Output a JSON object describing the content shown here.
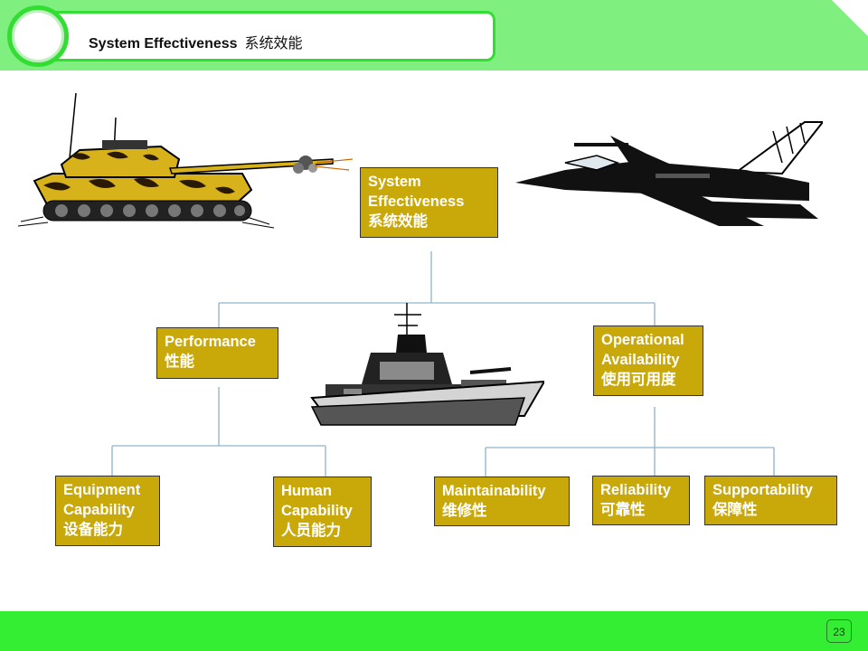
{
  "title": {
    "en": "System Effectiveness",
    "zh": "系统效能"
  },
  "nodes": {
    "root": {
      "l1": "System",
      "l2": "Effectiveness",
      "l3": "系统效能"
    },
    "performance": {
      "l1": "Performance",
      "l2": "性能"
    },
    "operational": {
      "l1": "Operational",
      "l2": "Availability",
      "l3": "使用可用度"
    },
    "equipment": {
      "l1": "Equipment",
      "l2": "Capability",
      "l3": "设备能力"
    },
    "human": {
      "l1": "Human",
      "l2": "Capability",
      "l3": "人员能力"
    },
    "maintainability": {
      "l1": "Maintainability",
      "l2": "维修性"
    },
    "reliability": {
      "l1": "Reliability",
      "l2": "可靠性"
    },
    "supportability": {
      "l1": "Supportability",
      "l2": "保障性"
    }
  },
  "icons": [
    "tank-icon",
    "fighter-jet-icon",
    "warship-icon"
  ],
  "page_number": "23",
  "colors": {
    "node_fill": "#c9a80a",
    "band_green": "#33ee33",
    "connector": "#8fb3c9"
  }
}
